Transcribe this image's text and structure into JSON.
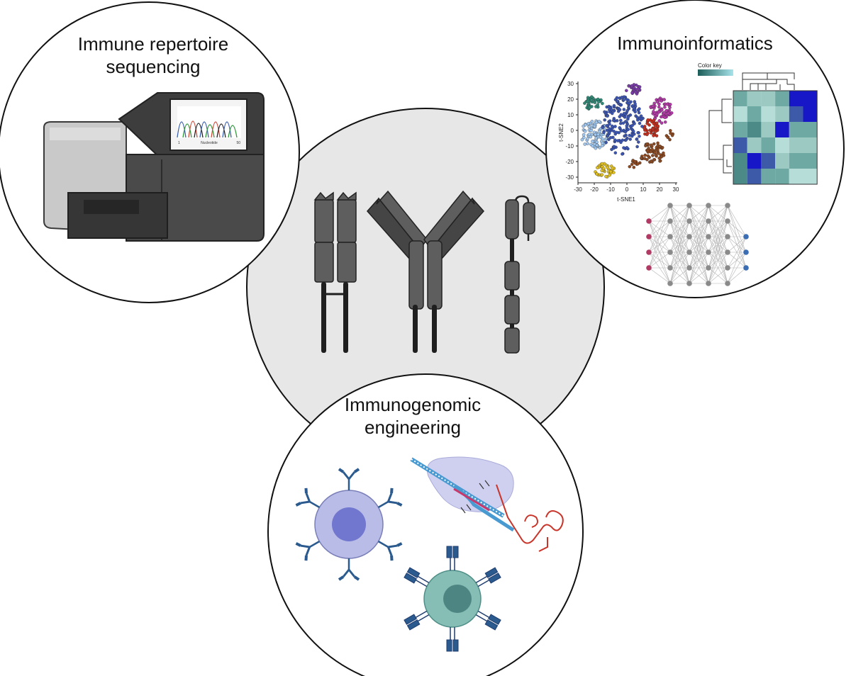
{
  "sections": {
    "sequencing": {
      "title_line1": "Immune repertoire",
      "title_line2": "sequencing"
    },
    "informatics": {
      "title": "Immunoinformatics"
    },
    "engineering": {
      "title_line1": "Immunogenomic",
      "title_line2": "engineering"
    }
  },
  "sequencer_screen": {
    "xlabel": "Nucleotide",
    "x_start": "1",
    "x_end": "50"
  },
  "tsne": {
    "xlabel": "t-SNE1",
    "ylabel": "t-SNE2",
    "x_ticks": [
      "-30",
      "-20",
      "-10",
      "0",
      "10",
      "20",
      "30"
    ],
    "y_ticks": [
      "30",
      "20",
      "10",
      "0",
      "-10",
      "-20",
      "-30"
    ]
  },
  "heatmap": {
    "color_key_label": "Color key",
    "colors": {
      "low": "#b6ddd7",
      "mid": "#6fa9a3",
      "high": "#1717c8"
    }
  },
  "colors": {
    "outline": "#111111",
    "center_fill": "#e7e7e7",
    "receptor": "#5e5e5e",
    "cell_purple": "#b8bce6",
    "cell_teal": "#86bdb5",
    "antibody_blue": "#2b5a8e",
    "input_nodes": "#b03a63",
    "output_nodes": "#3a6db3",
    "hidden_nodes": "#8a8a8a"
  }
}
